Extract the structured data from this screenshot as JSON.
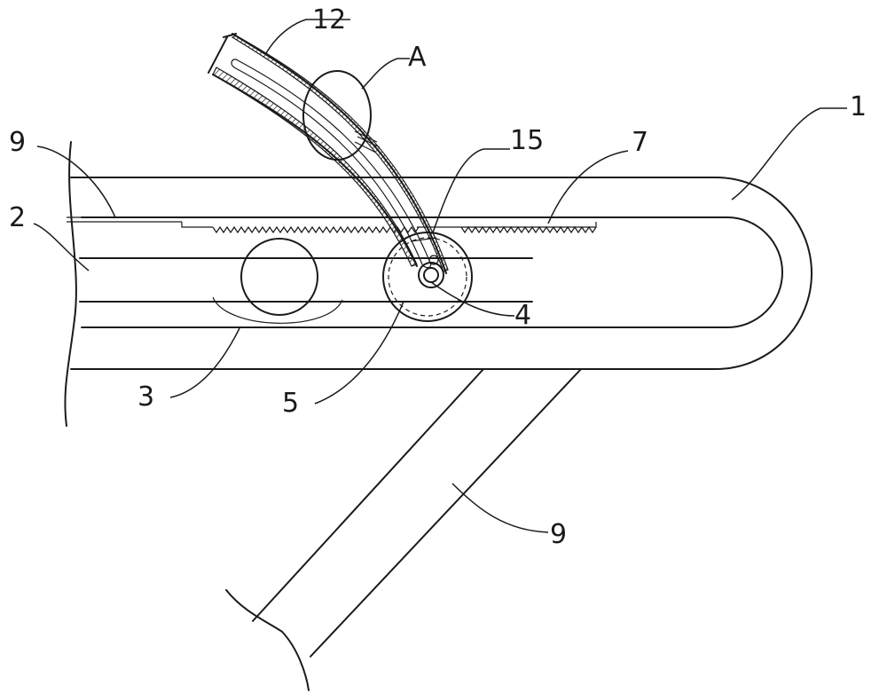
{
  "labels": {
    "l12": "12",
    "lA": "A",
    "l1": "1",
    "l9a": "9",
    "l15": "15",
    "l7": "7",
    "l2": "2",
    "l4": "4",
    "l3": "3",
    "l5": "5",
    "l9b": "9"
  }
}
